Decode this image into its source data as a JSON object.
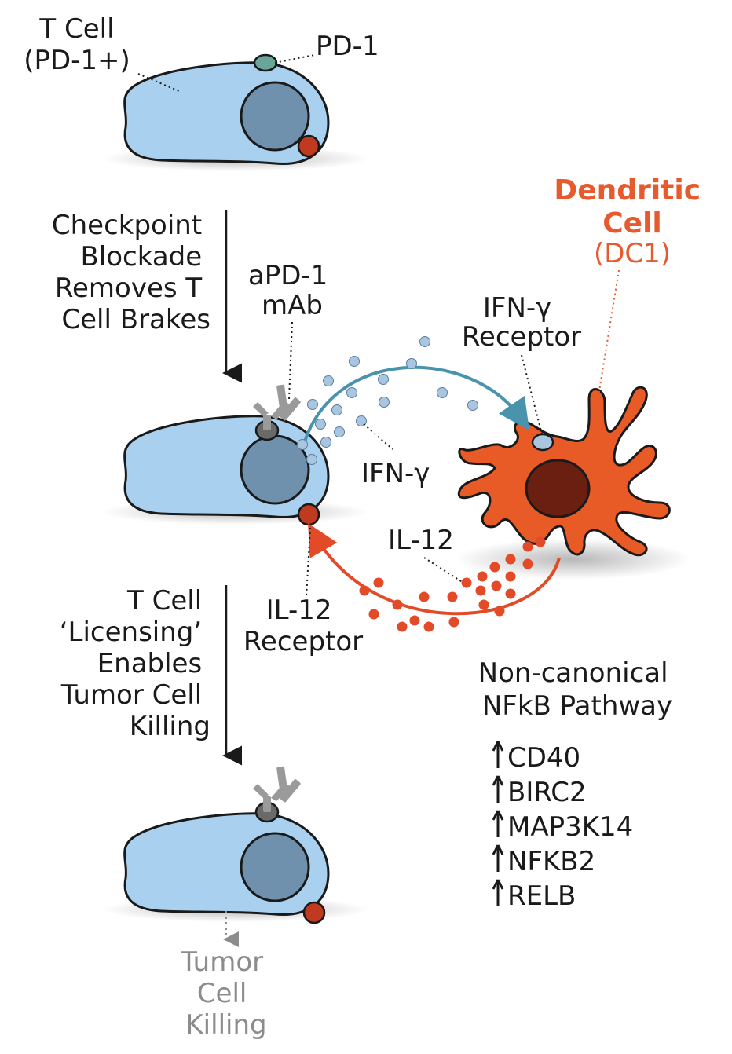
{
  "labels": {
    "t_cell_title": "T Cell",
    "t_cell_pd1_plus": "(PD-1+)",
    "pd1": "PD-1",
    "step1": [
      "Checkpoint",
      "Blockade",
      "Removes T",
      "Cell Brakes"
    ],
    "apd1": [
      "aPD-1",
      "mAb"
    ],
    "ifng_receptor": [
      "IFN-γ",
      "Receptor"
    ],
    "dendritic": [
      "Dendritic",
      "Cell"
    ],
    "dc1": "(DC1)",
    "ifng": "IFN-γ",
    "il12": "IL-12",
    "il12_receptor": [
      "IL-12",
      "Receptor"
    ],
    "step2": [
      "T Cell",
      "‘Licensing’",
      "Enables",
      "Tumor Cell",
      "Killing"
    ],
    "pathway": [
      "Non-canonical",
      "NFkB Pathway"
    ],
    "genes": [
      "CD40",
      "BIRC2",
      "MAP3K14",
      "NFKB2",
      "RELB"
    ],
    "tumor": [
      "Tumor",
      "Cell",
      "Killing"
    ]
  },
  "colors": {
    "t_cell_body": "#a9d1ef",
    "t_cell_nucleus": "#6f91ad",
    "pd1_receptor": "#6aa59a",
    "red_receptor": "#bf3a1f",
    "dendritic_cell": "#e85a26",
    "dc_nucleus": "#6a1f10",
    "ifng_dot": "#a9c6e0",
    "ifng_arrow": "#4a93ad",
    "il12_dot": "#e24a28",
    "il12_arrow": "#e24a28",
    "antibody": "#9a9a9a",
    "blocked_receptor": "#6a6a6a",
    "dc_label": "#e65a2e",
    "tumor_label": "#8c8c8c"
  },
  "icons": {
    "cell": "t-cell-icon",
    "dendritic": "dendritic-cell-icon",
    "antibody": "antibody-icon",
    "up_arrow": "up-arrow-icon"
  }
}
